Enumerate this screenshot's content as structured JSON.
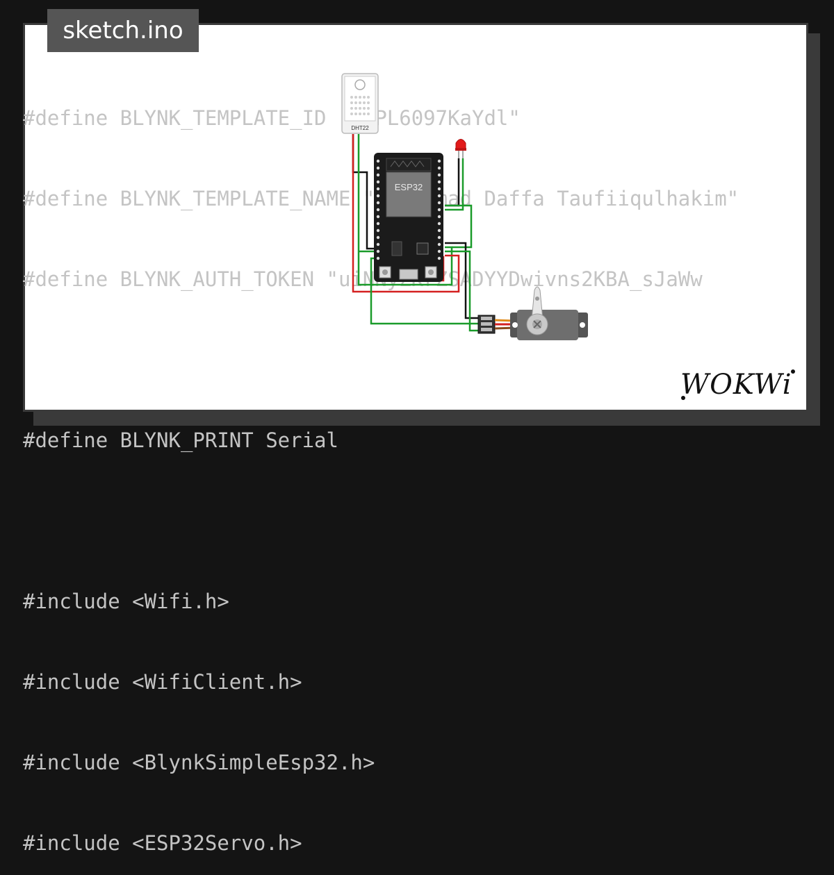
{
  "editor": {
    "filename": "sketch.ino",
    "code_lines": [
      "#define BLYNK_TEMPLATE_ID \"TMPL6097KaYdl\"",
      "#define BLYNK_TEMPLATE_NAME \"Mochamad Daffa Taufiiqulhakim\"",
      "#define BLYNK_AUTH_TOKEN \"uiNNyZKrZSADYYDwivns2KBA_sJaWw",
      "",
      "#define BLYNK_PRINT Serial",
      "",
      "#include <Wifi.h>",
      "#include <WifiClient.h>",
      "#include <BlynkSimpleEsp32.h>",
      "#include <ESP32Servo.h>"
    ]
  },
  "diagram": {
    "sensor_label": "DHT22",
    "board_label": "ESP32"
  },
  "brand": {
    "logo_text": "WOKWi"
  },
  "colors": {
    "background": "#141414",
    "card": "#ffffff",
    "tab": "#555555",
    "code_text": "#c4c4c4",
    "wire_green": "#1a9b2a",
    "wire_red": "#d42020",
    "wire_black": "#111111",
    "led_red": "#e21a1a"
  }
}
